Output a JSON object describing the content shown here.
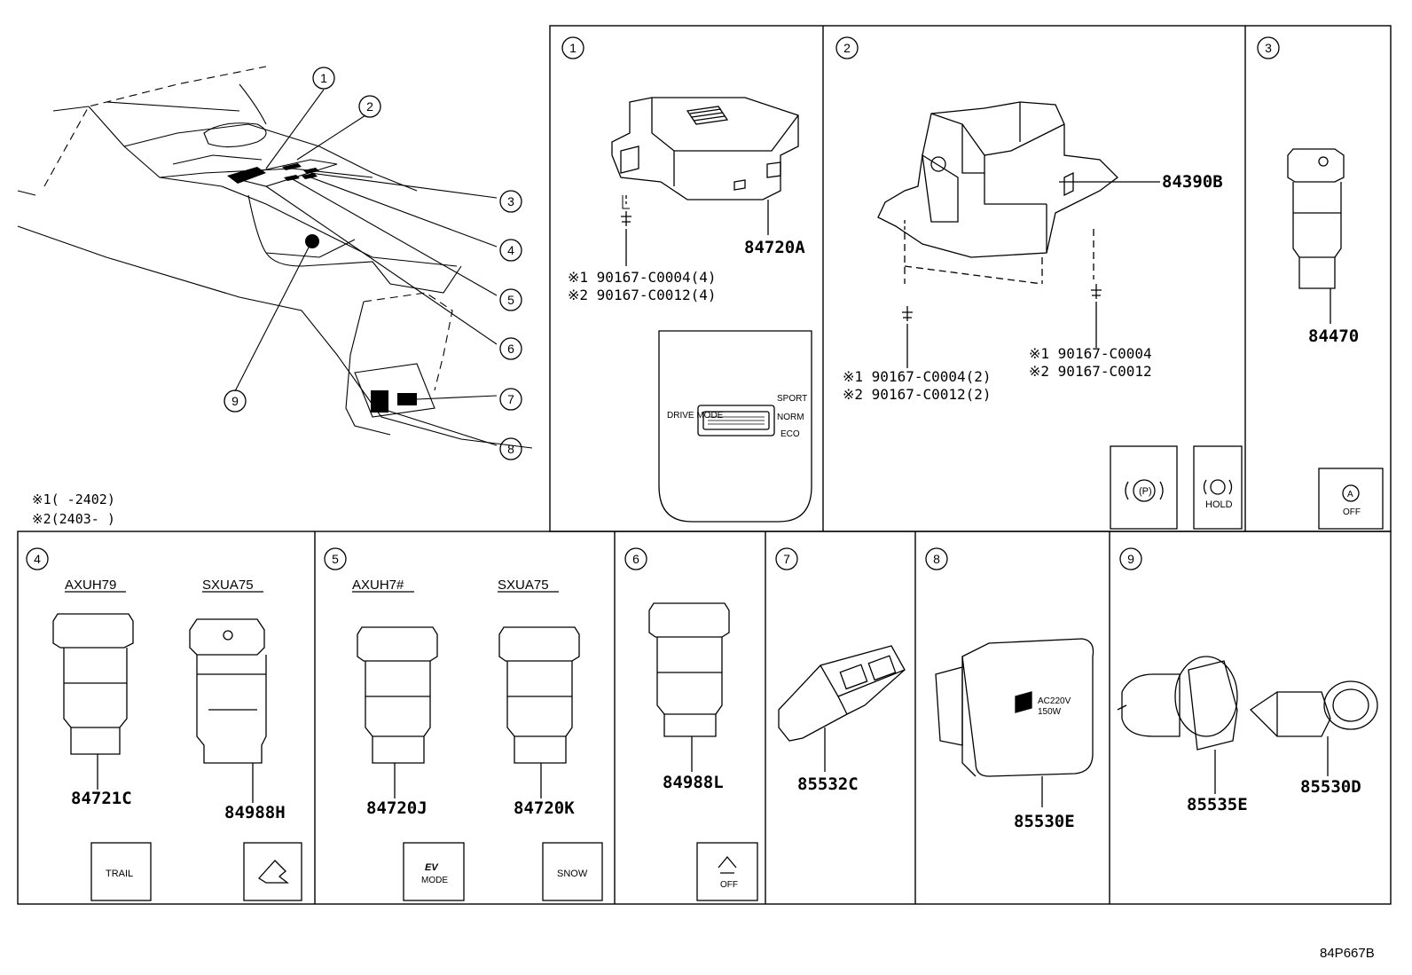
{
  "notes": {
    "note1": "※1(     -2402)",
    "note2": "※2(2403-     )"
  },
  "callouts": [
    "1",
    "2",
    "3",
    "4",
    "5",
    "6",
    "7",
    "8",
    "9"
  ],
  "panels": {
    "p1": {
      "num": "1",
      "part": "84720A",
      "bolt1": "※1 90167-C0004(4)",
      "bolt2": "※2 90167-C0012(4)",
      "cover": {
        "drive": "DRIVE MODE",
        "sport": "SPORT",
        "norm": "NORM",
        "eco": "ECO"
      }
    },
    "p2": {
      "num": "2",
      "part": "84390B",
      "bolt1": "※1 90167-C0004(2)",
      "bolt2": "※2 90167-C0012(2)",
      "bolt3": "※1 90167-C0004",
      "bolt4": "※2 90167-C0012",
      "icon1": "(P)",
      "icon2_label": "HOLD"
    },
    "p3": {
      "num": "3",
      "part": "84470",
      "icon_label": "OFF",
      "icon_symbol": "A"
    },
    "p4": {
      "num": "4",
      "model1": "AXUH79",
      "model2": "SXUA75",
      "part1": "84721C",
      "part2": "84988H",
      "icon1": "TRAIL"
    },
    "p5": {
      "num": "5",
      "model1": "AXUH7#",
      "model2": "SXUA75",
      "part1": "84720J",
      "part2": "84720K",
      "icon1_ev": "EV",
      "icon1_mode": "MODE",
      "icon2": "SNOW"
    },
    "p6": {
      "num": "6",
      "part": "84988L",
      "icon_label": "OFF"
    },
    "p7": {
      "num": "7",
      "part": "85532C"
    },
    "p8": {
      "num": "8",
      "part": "85530E",
      "outlet1": "AC220V",
      "outlet2": "150W"
    },
    "p9": {
      "num": "9",
      "part1": "85535E",
      "part2": "85530D"
    }
  },
  "diagram_id": "84P667B"
}
